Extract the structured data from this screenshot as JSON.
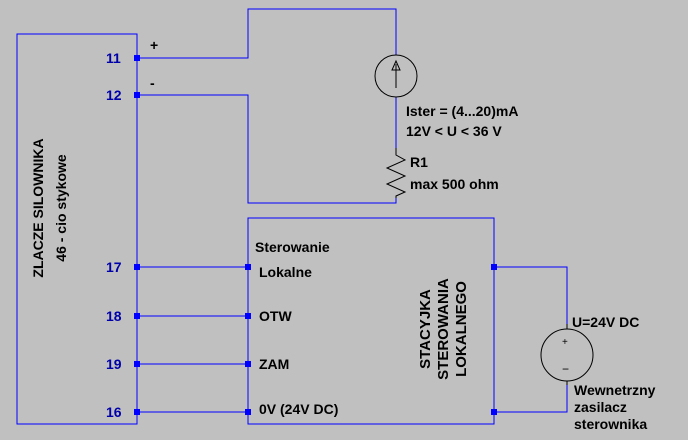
{
  "connector": {
    "title_line1": "ZLACZE  SILOWNIKA",
    "title_line2": "46 - cio stykowe",
    "pins": {
      "p11": "11",
      "p12": "12",
      "p17": "17",
      "p18": "18",
      "p19": "19",
      "p16": "16"
    },
    "polarity_plus": "+",
    "polarity_minus": "-"
  },
  "current_source": {
    "label": "Ister = (4...20)mA",
    "voltage_range": "12V < U < 36 V"
  },
  "resistor": {
    "name": "R1",
    "value": "max 500 ohm"
  },
  "local_station": {
    "title_line1": "STACYJKA",
    "title_line2": "STEROWANIA",
    "title_line3": "LOKALNEGO",
    "inputs": {
      "local_line1": "Sterowanie",
      "local_line2": "Lokalne",
      "open": "OTW",
      "close": "ZAM",
      "ground": "0V  (24V DC)"
    }
  },
  "power_supply": {
    "voltage": "U=24V DC",
    "plus": "+",
    "minus": "−",
    "label_line1": "Wewnetrzny",
    "label_line2": "zasilacz",
    "label_line3": "sterownika"
  },
  "colors": {
    "wire": "#0000ff",
    "pin": "#0000aa",
    "component": "#000000",
    "background": "#c0c0c0"
  }
}
